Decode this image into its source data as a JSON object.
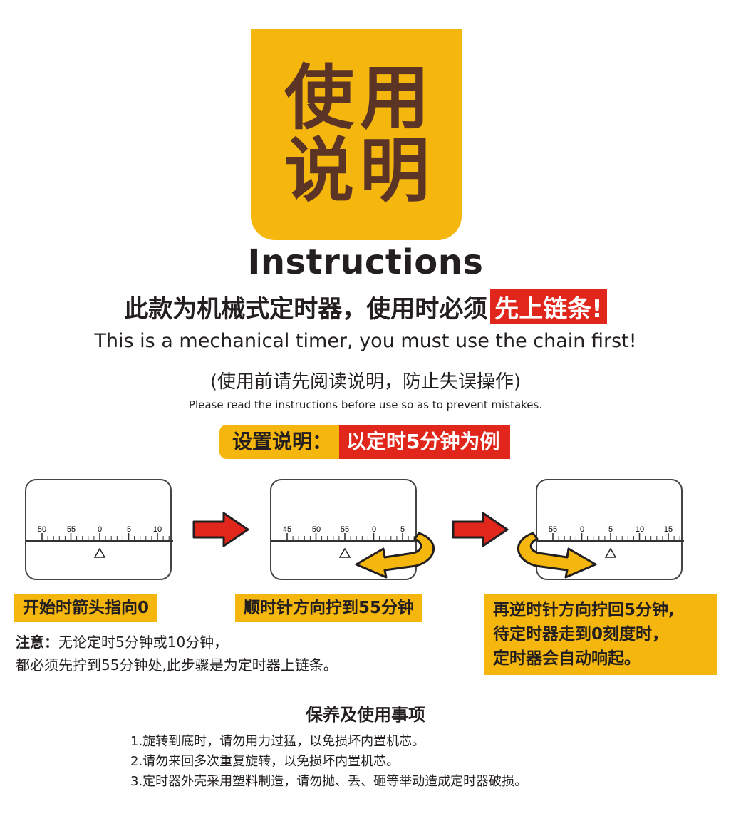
{
  "logo": {
    "chars": [
      "使",
      "用",
      "说",
      "明"
    ]
  },
  "title_en": "Instructions",
  "headline": {
    "text": "此款为机械式定时器，使用时必须",
    "highlight": "先上链条!"
  },
  "headline_en": "This is a mechanical timer, you must use the chain first!",
  "read_first": "(使用前请先阅读说明，防止失误操作)",
  "read_first_en": "Please read the instructions before use so as to prevent mistakes.",
  "setup": {
    "label": "设置说明：",
    "example": "以定时5分钟为例"
  },
  "steps": [
    {
      "ticks": [
        "50",
        "55",
        "0",
        "5",
        "10"
      ],
      "caption": "开始时箭头指向0"
    },
    {
      "ticks": [
        "45",
        "50",
        "55",
        "0",
        "5"
      ],
      "caption": "顺时针方向拧到55分钟"
    },
    {
      "ticks": [
        "55",
        "0",
        "5",
        "10",
        "15"
      ],
      "caption_lines": [
        "再逆时针方向拧回5分钟,",
        "待定时器走到0刻度时，",
        "定时器会自动响起。"
      ]
    }
  ],
  "note": {
    "label": "注意：",
    "line1": "无论定时5分钟或10分钟，",
    "line2": "都必须先拧到55分钟处,此步骤是为定时器上链条。"
  },
  "care": {
    "title": "保养及使用事项",
    "items": [
      "1.旋转到底时，请勿用力过猛，以免损坏内置机芯。",
      "2.请勿来回多次重复旋转，以免损坏内置机芯。",
      "3.定时器外壳采用塑料制造，请勿抛、丢、砸等举动造成定时器破损。"
    ]
  },
  "colors": {
    "yellow": "#f5b60d",
    "red": "#e1261c",
    "brown": "#5b3426"
  },
  "icons": [
    "right-arrow-icon",
    "curved-arrow-icon",
    "triangle-pointer-icon"
  ]
}
